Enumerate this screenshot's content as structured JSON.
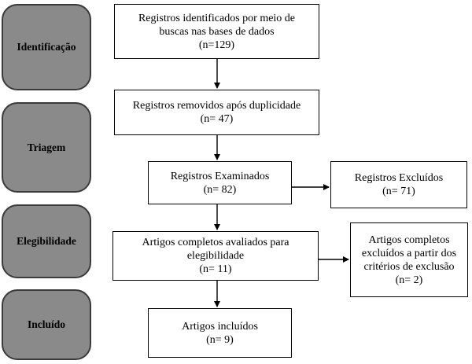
{
  "phases": {
    "identificacao": "Identificação",
    "triagem": "Triagem",
    "elegibilidade": "Elegibilidade",
    "incluido": "Incluído"
  },
  "boxes": {
    "identified": {
      "line1": "Registros identificados por meio de",
      "line2": "buscas nas bases de dados",
      "line3": "(n=129)"
    },
    "duplicates": {
      "line1": "Registros removidos após duplicidade",
      "line2": "(n= 47)"
    },
    "examined": {
      "line1": "Registros Examinados",
      "line2": "(n= 82)"
    },
    "excluded": {
      "line1": "Registros Excluídos",
      "line2": "(n= 71)"
    },
    "fulltext": {
      "line1": "Artigos completos avaliados para",
      "line2": "elegibilidade",
      "line3": "(n= 11)"
    },
    "fulltext_excluded": {
      "line1": "Artigos completos",
      "line2": "excluídos a partir dos",
      "line3": "critérios de exclusão",
      "line4": "(n= 2)"
    },
    "included": {
      "line1": "Artigos incluídos",
      "line2": "(n= 9)"
    }
  }
}
